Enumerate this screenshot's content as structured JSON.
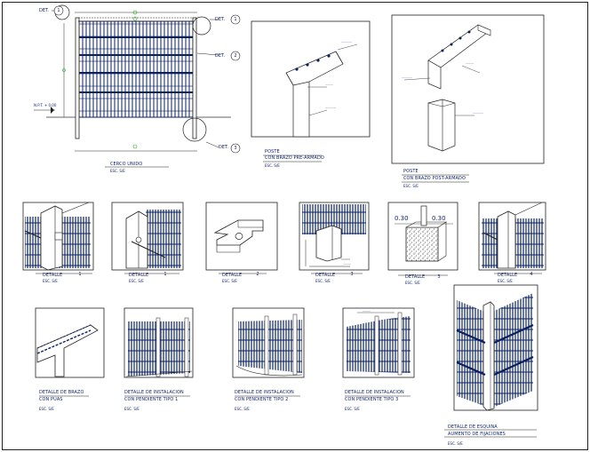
{
  "main_panel": {
    "title": "CERCO UNIDO",
    "scale": "ESC. S/E",
    "det_label": "DET.",
    "callouts": [
      "1",
      "1",
      "2",
      "3"
    ],
    "level_label": "N.P.T. + 0.00"
  },
  "post_panel": {
    "title_line1": "POSTE",
    "title_line2": "CON BRAZO PRE-ARMADO",
    "scale": "ESC. S/E"
  },
  "post_panel_2": {
    "title_line1": "POSTE",
    "title_line2": "CON BRAZO POST-ARMADO",
    "scale": "ESC. S/E"
  },
  "details": [
    {
      "label": "DETALLE",
      "num": "1",
      "scale": "ESC. S/E"
    },
    {
      "label": "DETALLE",
      "num": "1",
      "scale": "ESC. S/E"
    },
    {
      "label": "DETALLE",
      "num": "2",
      "scale": "ESC. S/E"
    },
    {
      "label": "DETALLE",
      "num": "3",
      "scale": "ESC. S/E"
    },
    {
      "label": "DETALLE",
      "num": "3",
      "scale": "ESC. S/E"
    },
    {
      "label": "DETALLE",
      "num": "4",
      "scale": "ESC. S/E"
    }
  ],
  "footing_dims": [
    "0.30",
    "0.30"
  ],
  "bottom_details": [
    {
      "line1": "DETALLE DE BRAZO",
      "line2": "CON PUAS",
      "scale": "ESC. S/E"
    },
    {
      "line1": "DETALLE DE INSTALACION",
      "line2": "CON PENDIENTE TIPO 1",
      "scale": "ESC. S/E"
    },
    {
      "line1": "DETALLE DE INSTALACION",
      "line2": "CON PENDIENTE TIPO 2",
      "scale": "ESC. S/E"
    },
    {
      "line1": "DETALLE DE INSTALACION",
      "line2": "CON PENDIENTE TIPO 3",
      "scale": "ESC. S/E"
    },
    {
      "line1": "DETALLE DE ESQUINA",
      "line2": "AUMENTO DE FIJACIONES",
      "scale": "ESC. S/E"
    }
  ]
}
